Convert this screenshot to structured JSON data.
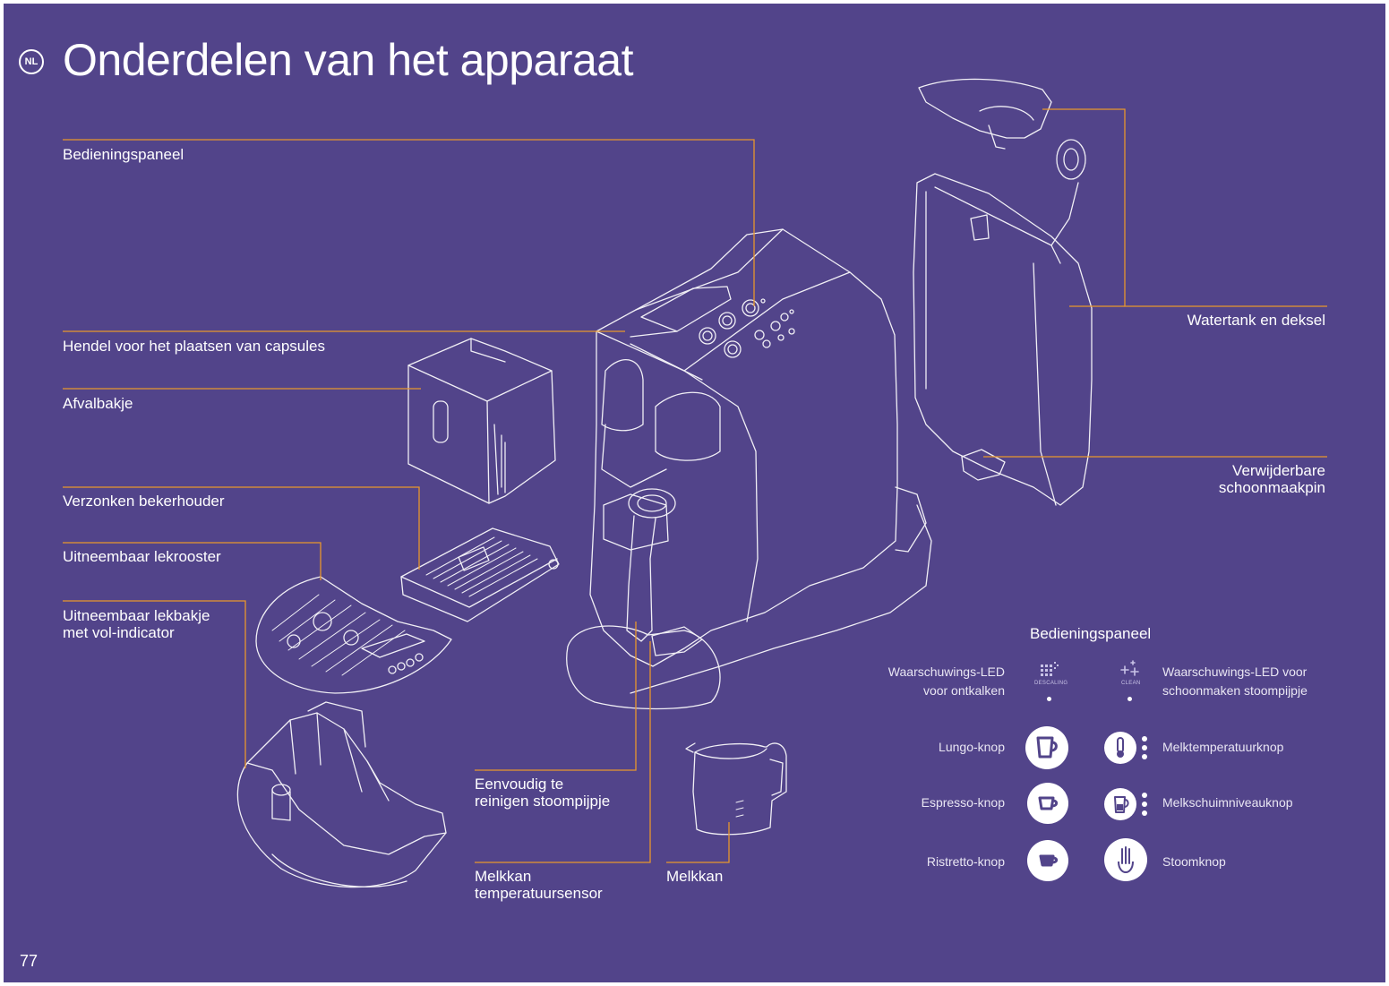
{
  "header": {
    "badge": "NL",
    "title": "Onderdelen van het apparaat"
  },
  "labels": {
    "bedieningspaneel": "Bedieningspaneel",
    "hendel": "Hendel voor het plaatsen van capsules",
    "afvalbakje": "Afvalbakje",
    "bekerhouder": "Verzonken bekerhouder",
    "lekrooster": "Uitneembaar lekrooster",
    "lekbakje": [
      "Uitneembaar lekbakje",
      "met vol-indicator"
    ],
    "stoompijpje": [
      "Eenvoudig te",
      "reinigen stoompijpje"
    ],
    "sensor": [
      "Melkkan",
      "temperatuursensor"
    ],
    "melkkan": "Melkkan",
    "watertank": "Watertank en deksel",
    "schoonmaakpin": [
      "Verwijderbare",
      "schoonmaakpin"
    ]
  },
  "control_panel": {
    "title": "Bedieningspaneel",
    "left": [
      {
        "label": [
          "Waarschuwings-LED",
          "voor ontkalken"
        ],
        "icon": "descaling-led-icon",
        "icon_text": "DESCALING"
      },
      {
        "label": [
          "Lungo-knop"
        ],
        "icon": "lungo-cup-icon"
      },
      {
        "label": [
          "Espresso-knop"
        ],
        "icon": "espresso-cup-icon"
      },
      {
        "label": [
          "Ristretto-knop"
        ],
        "icon": "ristretto-cup-icon"
      }
    ],
    "right": [
      {
        "label": [
          "Waarschuwings-LED voor",
          "schoonmaken stoompijpje"
        ],
        "icon": "clean-sparkle-icon",
        "icon_text": "CLEAN"
      },
      {
        "label": [
          "Melktemperatuurknop"
        ],
        "icon": "thermometer-icon"
      },
      {
        "label": [
          "Melkschuimniveauknop"
        ],
        "icon": "milk-jug-icon"
      },
      {
        "label": [
          "Stoomknop"
        ],
        "icon": "steam-hand-icon"
      }
    ]
  },
  "page_number": "77",
  "colors": {
    "background": "#52448a",
    "leader_line": "#e8962c",
    "line_art": "#ffffff"
  }
}
